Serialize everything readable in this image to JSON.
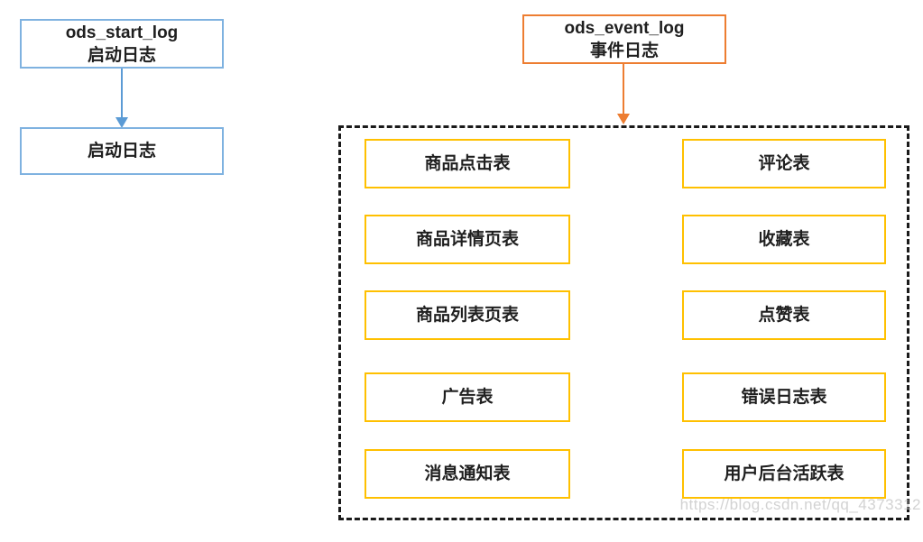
{
  "diagram": {
    "start_flow": {
      "source_box": {
        "line1": "ods_start_log",
        "line2": "启动日志"
      },
      "target_box": {
        "label": "启动日志"
      }
    },
    "event_flow": {
      "source_box": {
        "line1": "ods_event_log",
        "line2": "事件日志"
      },
      "tables": {
        "left_column": [
          "商品点击表",
          "商品详情页表",
          "商品列表页表",
          "广告表",
          "消息通知表"
        ],
        "right_column": [
          "评论表",
          "收藏表",
          "点赞表",
          "错误日志表",
          "用户后台活跃表"
        ]
      }
    },
    "watermark": "https://blog.csdn.net/qq_4373312",
    "colors": {
      "blue_box_border": "#7fb2e0",
      "blue_arrow": "#5b9bd5",
      "orange": "#ed7d31",
      "yellow": "#ffc000",
      "dashed_border": "#1a1a1a"
    }
  }
}
